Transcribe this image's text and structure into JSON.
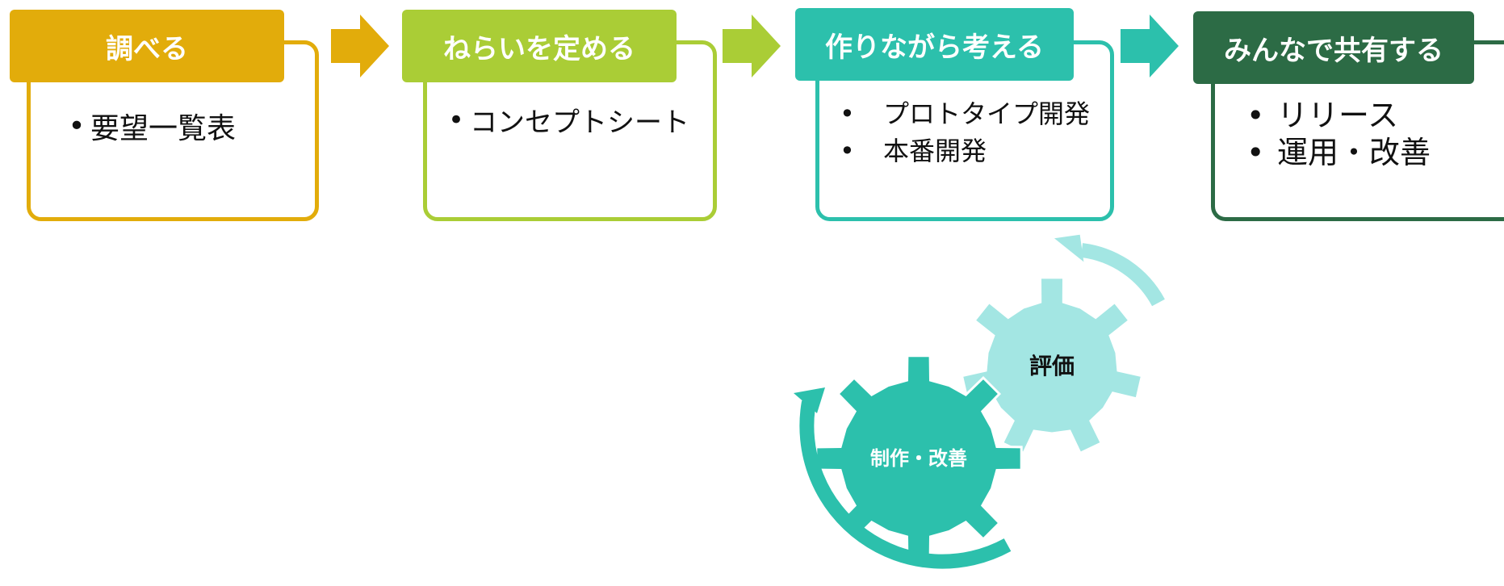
{
  "stages": [
    {
      "title": "調べる",
      "color": "#E2AC0B",
      "items": [
        "要望一覧表"
      ]
    },
    {
      "title": "ねらいを定める",
      "color": "#AACD36",
      "items": [
        "コンセプトシート"
      ]
    },
    {
      "title": "作りながら考える",
      "color": "#2CC0AC",
      "items": [
        "プロトタイプ開発",
        "本番開発"
      ]
    },
    {
      "title": "みんなで共有する",
      "color": "#2C6B45",
      "items": [
        "リリース",
        "運用・改善"
      ]
    }
  ],
  "bullet_symbol": "•",
  "cycle": {
    "gear_large_label": "制作・改善",
    "gear_small_label": "評価",
    "gear_large_color": "#2CC0AC",
    "gear_small_color": "#A3E6E3",
    "arrow_large_color": "#2CC0AC",
    "arrow_small_color": "#A3E6E3"
  }
}
